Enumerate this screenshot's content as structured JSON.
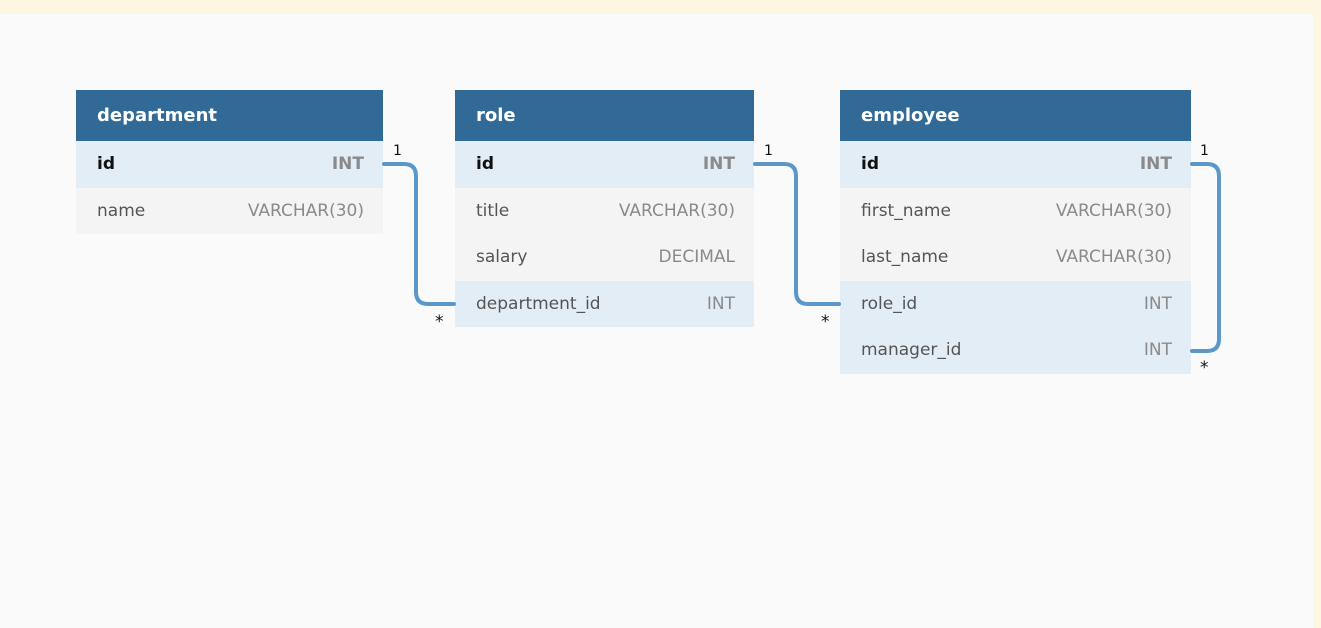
{
  "diagram": {
    "colors": {
      "header": "#326a97",
      "link": "#5b98c9",
      "row_key": "#e2edf6",
      "row_plain": "#f4f4f4"
    },
    "tables": [
      {
        "name": "department",
        "columns": [
          {
            "name": "id",
            "type": "INT",
            "key": "pk"
          },
          {
            "name": "name",
            "type": "VARCHAR(30)",
            "key": ""
          }
        ]
      },
      {
        "name": "role",
        "columns": [
          {
            "name": "id",
            "type": "INT",
            "key": "pk"
          },
          {
            "name": "title",
            "type": "VARCHAR(30)",
            "key": ""
          },
          {
            "name": "salary",
            "type": "DECIMAL",
            "key": ""
          },
          {
            "name": "department_id",
            "type": "INT",
            "key": "fk"
          }
        ]
      },
      {
        "name": "employee",
        "columns": [
          {
            "name": "id",
            "type": "INT",
            "key": "pk"
          },
          {
            "name": "first_name",
            "type": "VARCHAR(30)",
            "key": ""
          },
          {
            "name": "last_name",
            "type": "VARCHAR(30)",
            "key": ""
          },
          {
            "name": "role_id",
            "type": "INT",
            "key": "fk"
          },
          {
            "name": "manager_id",
            "type": "INT",
            "key": "fk"
          }
        ]
      }
    ],
    "relationships": [
      {
        "from": "department.id",
        "to": "role.department_id",
        "from_card": "1",
        "to_card": "*"
      },
      {
        "from": "role.id",
        "to": "employee.role_id",
        "from_card": "1",
        "to_card": "*"
      },
      {
        "from": "employee.id",
        "to": "employee.manager_id",
        "from_card": "1",
        "to_card": "*"
      }
    ]
  }
}
